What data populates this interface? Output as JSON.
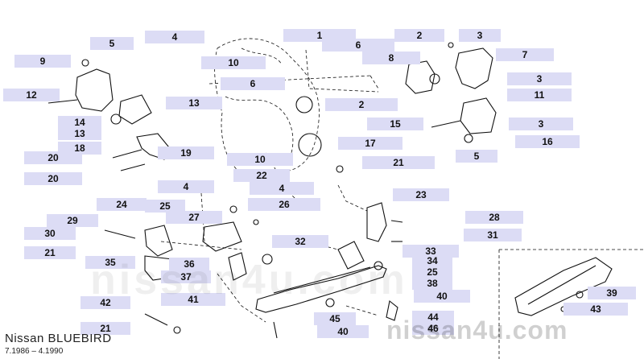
{
  "caption": {
    "model": "Nissan BLUEBIRD",
    "dates": "7.1986 – 4.1990"
  },
  "watermark": {
    "small": "nissan4u.com",
    "large": "nissan4u.com"
  },
  "labels": [
    {
      "n": "1"
    },
    {
      "n": "2"
    },
    {
      "n": "3"
    },
    {
      "n": "5"
    },
    {
      "n": "4"
    },
    {
      "n": "6"
    },
    {
      "n": "8"
    },
    {
      "n": "7"
    },
    {
      "n": "9"
    },
    {
      "n": "10"
    },
    {
      "n": "3"
    },
    {
      "n": "12"
    },
    {
      "n": "6"
    },
    {
      "n": "11"
    },
    {
      "n": "2"
    },
    {
      "n": "13"
    },
    {
      "n": "14"
    },
    {
      "n": "15"
    },
    {
      "n": "3"
    },
    {
      "n": "13"
    },
    {
      "n": "16"
    },
    {
      "n": "18"
    },
    {
      "n": "19"
    },
    {
      "n": "5"
    },
    {
      "n": "20"
    },
    {
      "n": "10"
    },
    {
      "n": "17"
    },
    {
      "n": "21"
    },
    {
      "n": "20"
    },
    {
      "n": "22"
    },
    {
      "n": "4"
    },
    {
      "n": "4"
    },
    {
      "n": "23"
    },
    {
      "n": "24"
    },
    {
      "n": "25"
    },
    {
      "n": "26"
    },
    {
      "n": "27"
    },
    {
      "n": "29"
    },
    {
      "n": "28"
    },
    {
      "n": "30"
    },
    {
      "n": "31"
    },
    {
      "n": "32"
    },
    {
      "n": "21"
    },
    {
      "n": "33"
    },
    {
      "n": "34"
    },
    {
      "n": "35"
    },
    {
      "n": "36"
    },
    {
      "n": "25"
    },
    {
      "n": "37"
    },
    {
      "n": "38"
    },
    {
      "n": "40"
    },
    {
      "n": "41"
    },
    {
      "n": "39"
    },
    {
      "n": "42"
    },
    {
      "n": "43"
    },
    {
      "n": "44"
    },
    {
      "n": "45"
    },
    {
      "n": "46"
    },
    {
      "n": "21"
    },
    {
      "n": "40"
    }
  ]
}
